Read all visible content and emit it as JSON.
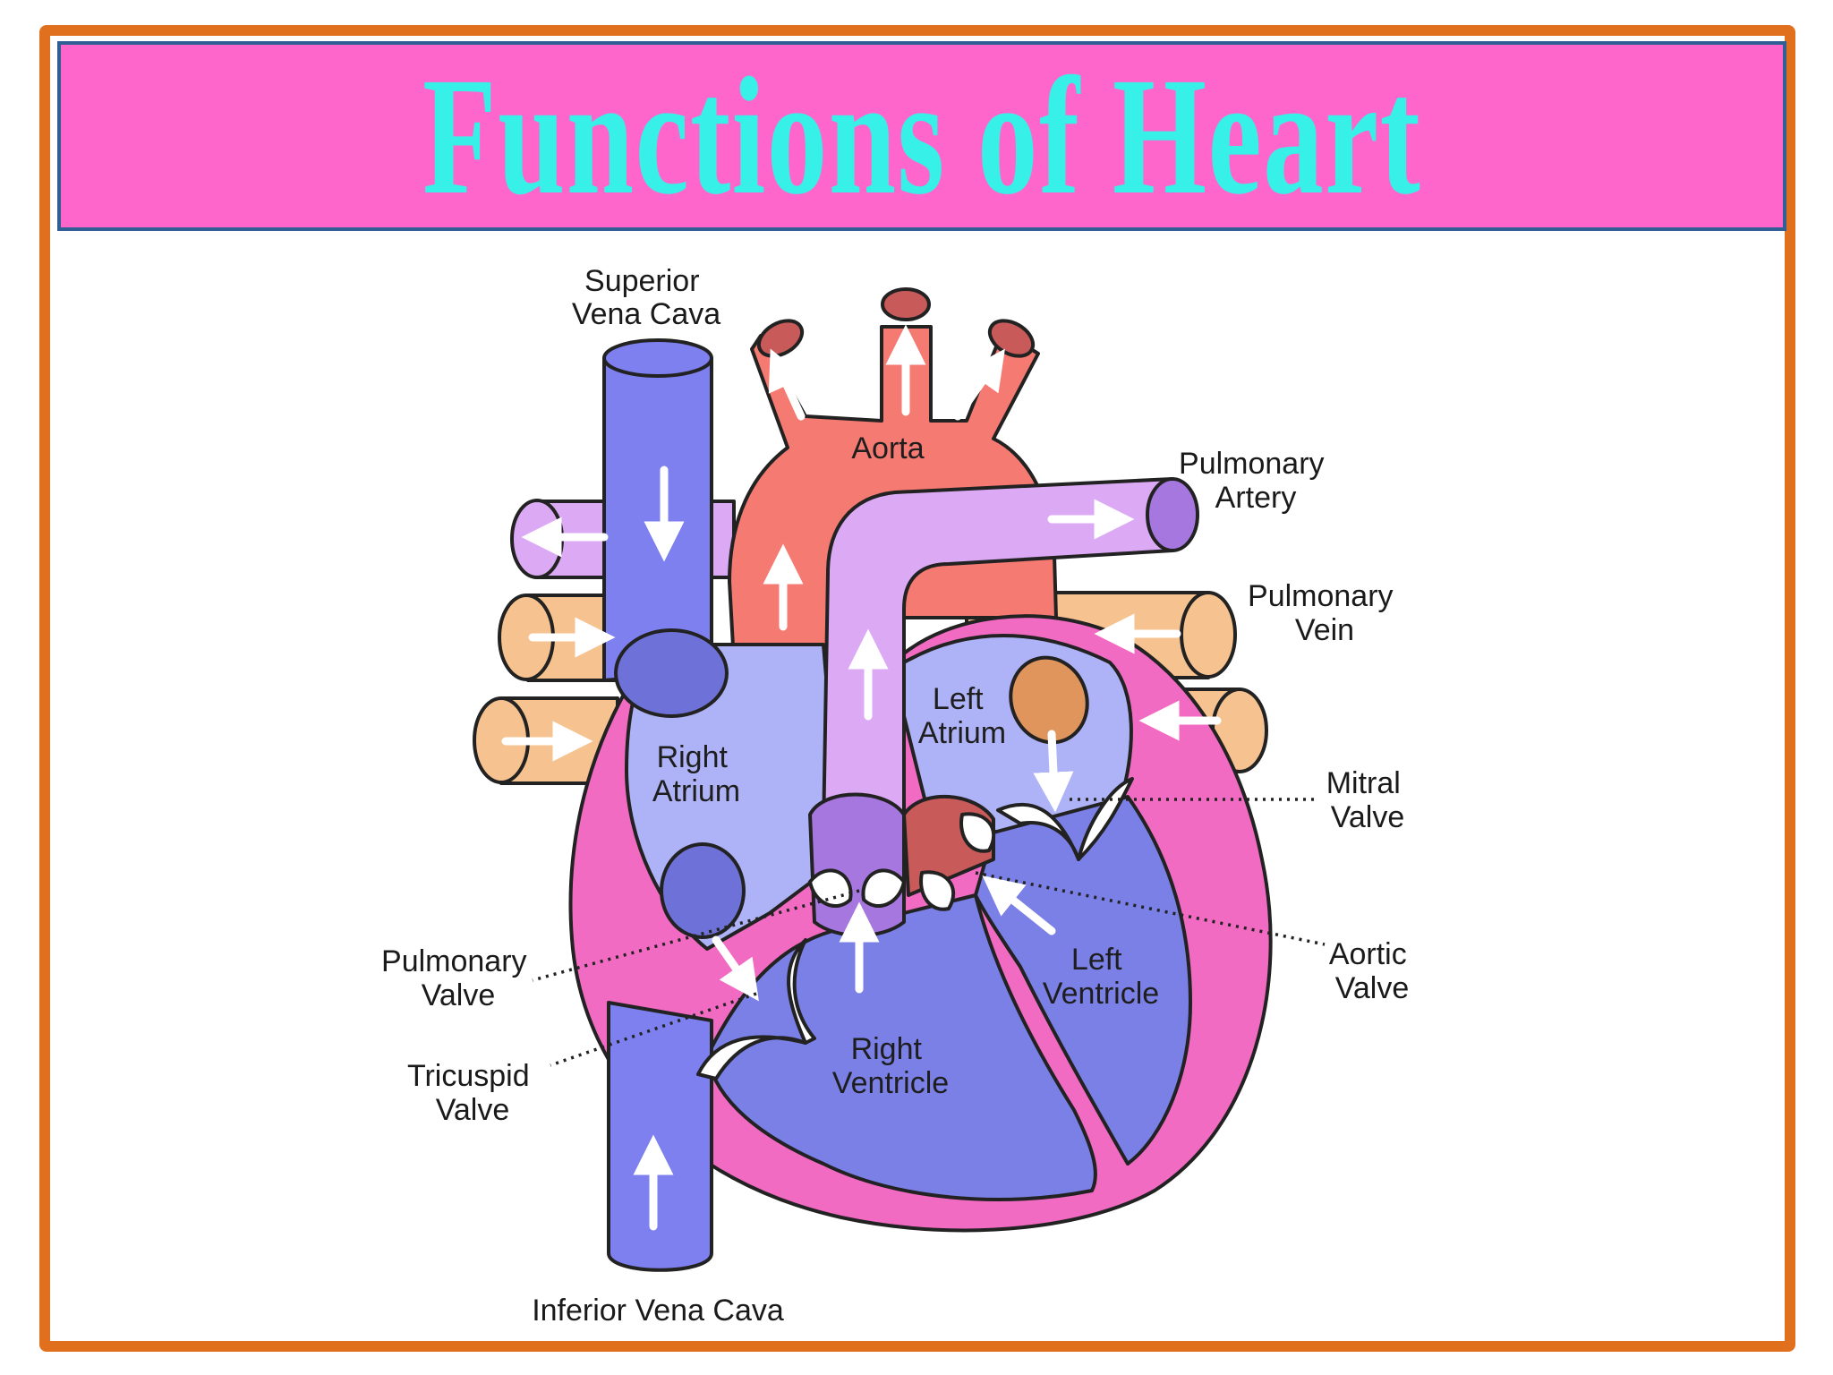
{
  "title": "Functions of Heart",
  "colors": {
    "frame": "#e0701d",
    "banner_bg": "#ff66cc",
    "banner_border": "#2f5f95",
    "title_text": "#37f0e8",
    "deoxygenated_vessel": "#7d80ee",
    "oxygenated_vessel": "#f47a72",
    "pulmonary_artery": "#dcaaf5",
    "pulmonary_vein": "#f6c28f",
    "heart_wall": "#f26bc3",
    "right_chambers": "#aeb3f7",
    "ventricles": "#7a80e6"
  },
  "labels": {
    "superior_vena_cava": [
      "Superior",
      "Vena Cava"
    ],
    "aorta": "Aorta",
    "pulmonary_artery": [
      "Pulmonary",
      "Artery"
    ],
    "pulmonary_vein": [
      "Pulmonary",
      "Vein"
    ],
    "left_atrium": [
      "Left",
      "Atrium"
    ],
    "right_atrium": [
      "Right",
      "Atrium"
    ],
    "mitral_valve": [
      "Mitral",
      "Valve"
    ],
    "aortic_valve": [
      "Aortic",
      "Valve"
    ],
    "left_ventricle": [
      "Left",
      "Ventricle"
    ],
    "pulmonary_valve": [
      "Pulmonary",
      "Valve"
    ],
    "tricuspid_valve": [
      "Tricuspid",
      "Valve"
    ],
    "right_ventricle": [
      "Right",
      "Ventricle"
    ],
    "inferior_vena_cava": "Inferior Vena Cava"
  }
}
